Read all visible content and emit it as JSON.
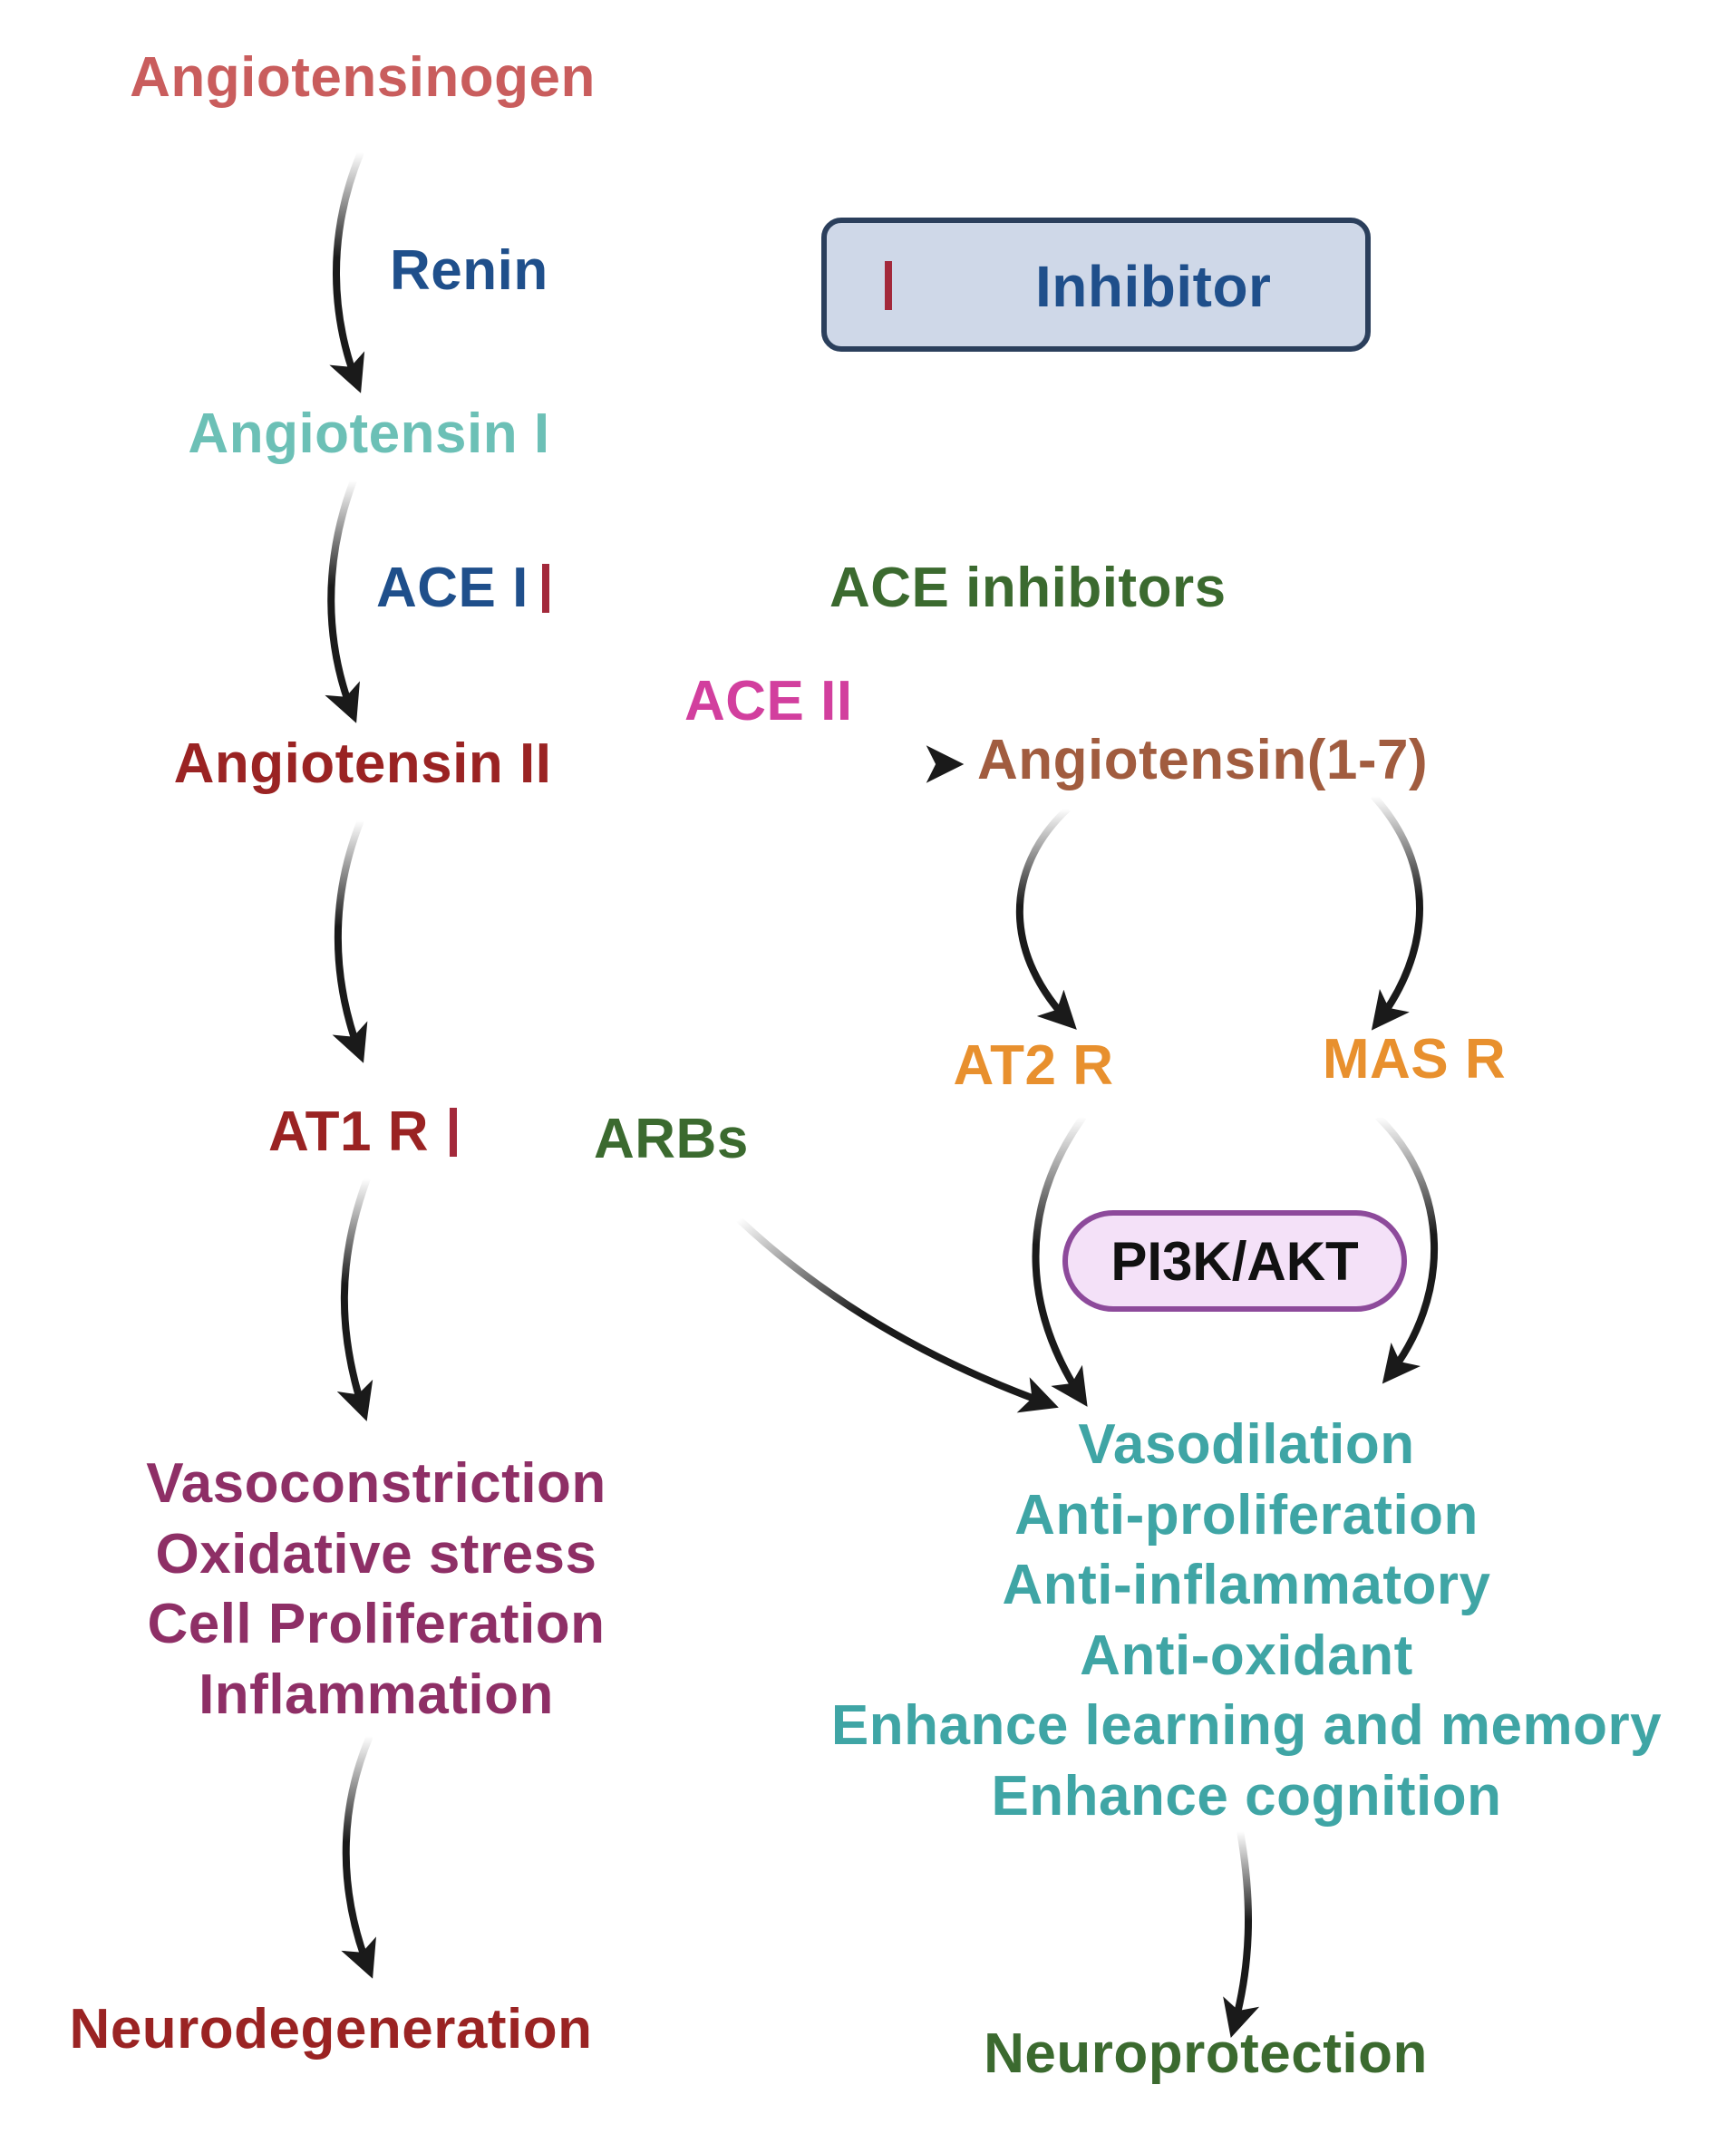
{
  "colors": {
    "angiotensinogen": "#c95d5d",
    "enzyme": "#1f4f8b",
    "angiotensin1": "#6cc0b6",
    "angiotensin2": "#9a2323",
    "ace2": "#d23f9e",
    "ang17": "#a15c3f",
    "receptor_protective": "#e8902e",
    "drug": "#3b6a2f",
    "harmful_effects": "#8e2f66",
    "protective_effects": "#3fa5a5",
    "neurodegeneration": "#9a2323",
    "neuroprotection": "#3b6a2f",
    "arrow": "#1a1a1a",
    "inhibitor_line": "#a3293b"
  },
  "nodes": {
    "angiotensinogen": "Angiotensinogen",
    "renin": "Renin",
    "angiotensin_1": "Angiotensin I",
    "ace_1": "ACE I",
    "ace_inhibitors": "ACE inhibitors",
    "angiotensin_2": "Angiotensin II",
    "ace_2": "ACE II",
    "angiotensin_1_7": "Angiotensin(1-7)",
    "at2_r": "AT2 R",
    "mas_r": "MAS R",
    "at1_r": "AT1 R",
    "arbs": "ARBs",
    "pi3k_akt": "PI3K/AKT",
    "neurodegeneration": "Neurodegeneration",
    "neuroprotection": "Neuroprotection"
  },
  "legend": {
    "inhibitor_label": "Inhibitor",
    "icon": "inhibitor-bar-icon"
  },
  "harmful_effects": [
    "Vasoconstriction",
    "Oxidative stress",
    "Cell Proliferation",
    "Inflammation"
  ],
  "protective_effects": [
    "Vasodilation",
    "Anti-proliferation",
    "Anti-inflammatory",
    "Anti-oxidant",
    "Enhance learning and memory",
    "Enhance cognition"
  ]
}
